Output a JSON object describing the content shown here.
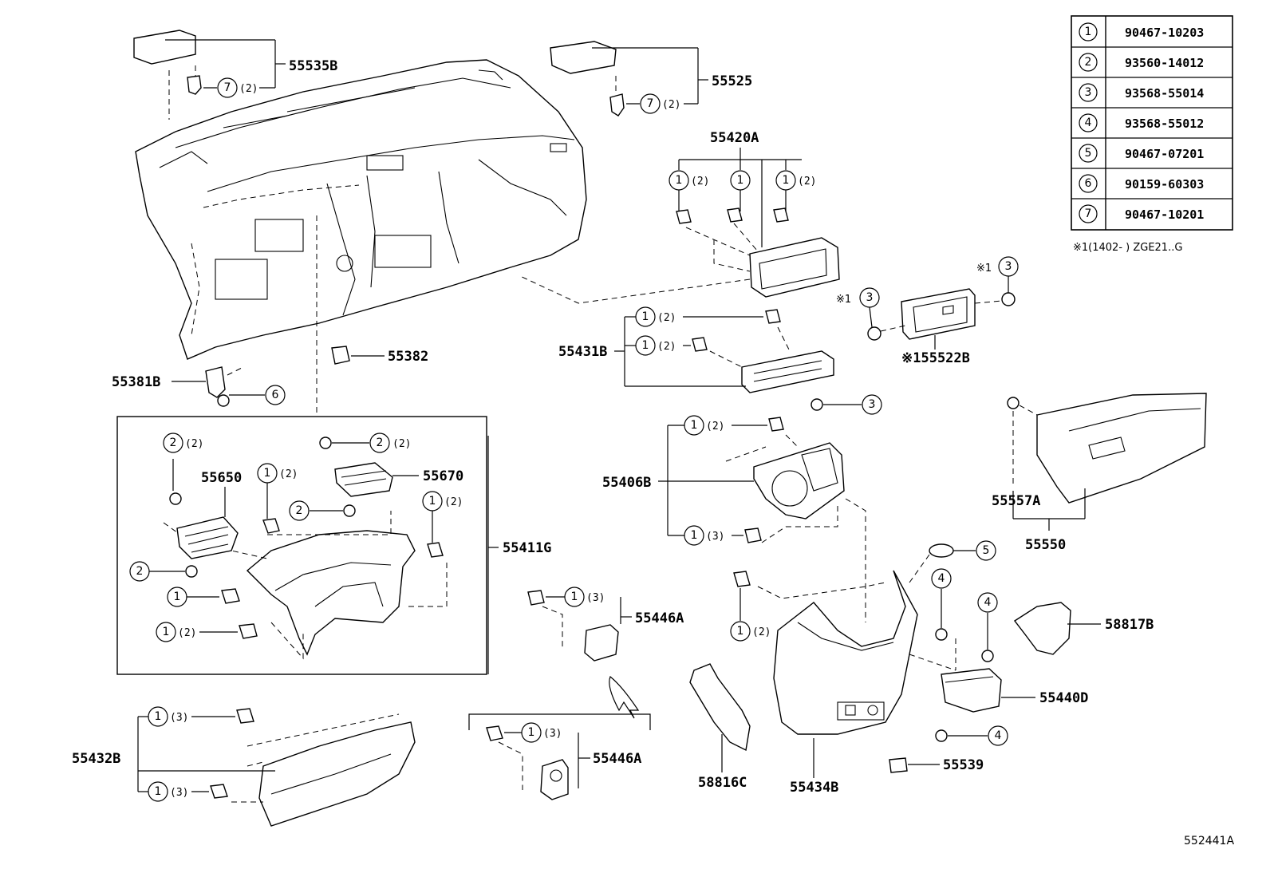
{
  "legend": [
    {
      "n": "1",
      "code": "90467-10203"
    },
    {
      "n": "2",
      "code": "93560-14012"
    },
    {
      "n": "3",
      "code": "93568-55014"
    },
    {
      "n": "4",
      "code": "93568-55012"
    },
    {
      "n": "5",
      "code": "90467-07201"
    },
    {
      "n": "6",
      "code": "90159-60303"
    },
    {
      "n": "7",
      "code": "90467-10201"
    }
  ],
  "note": "※1(1402-   ) ZGE21..G",
  "labels": {
    "p55535B": "55535B",
    "p55525": "55525",
    "p55420A": "55420A",
    "p55431B": "55431B",
    "p55522B": "※155522B",
    "p55381B": "55381B",
    "p55382": "55382",
    "p55650": "55650",
    "p55670": "55670",
    "p55411G": "55411G",
    "p55406B": "55406B",
    "p55557A": "55557A",
    "p55550": "55550",
    "p55446A_1": "55446A",
    "p55446A_2": "55446A",
    "p58817B": "58817B",
    "p55440D": "55440D",
    "p55432B": "55432B",
    "p58816C": "58816C",
    "p55434B": "55434B",
    "p55539": "55539"
  },
  "qty": {
    "q2": "(2)",
    "q3": "(3)"
  },
  "mark": "※1",
  "diagram_id": "552441A"
}
